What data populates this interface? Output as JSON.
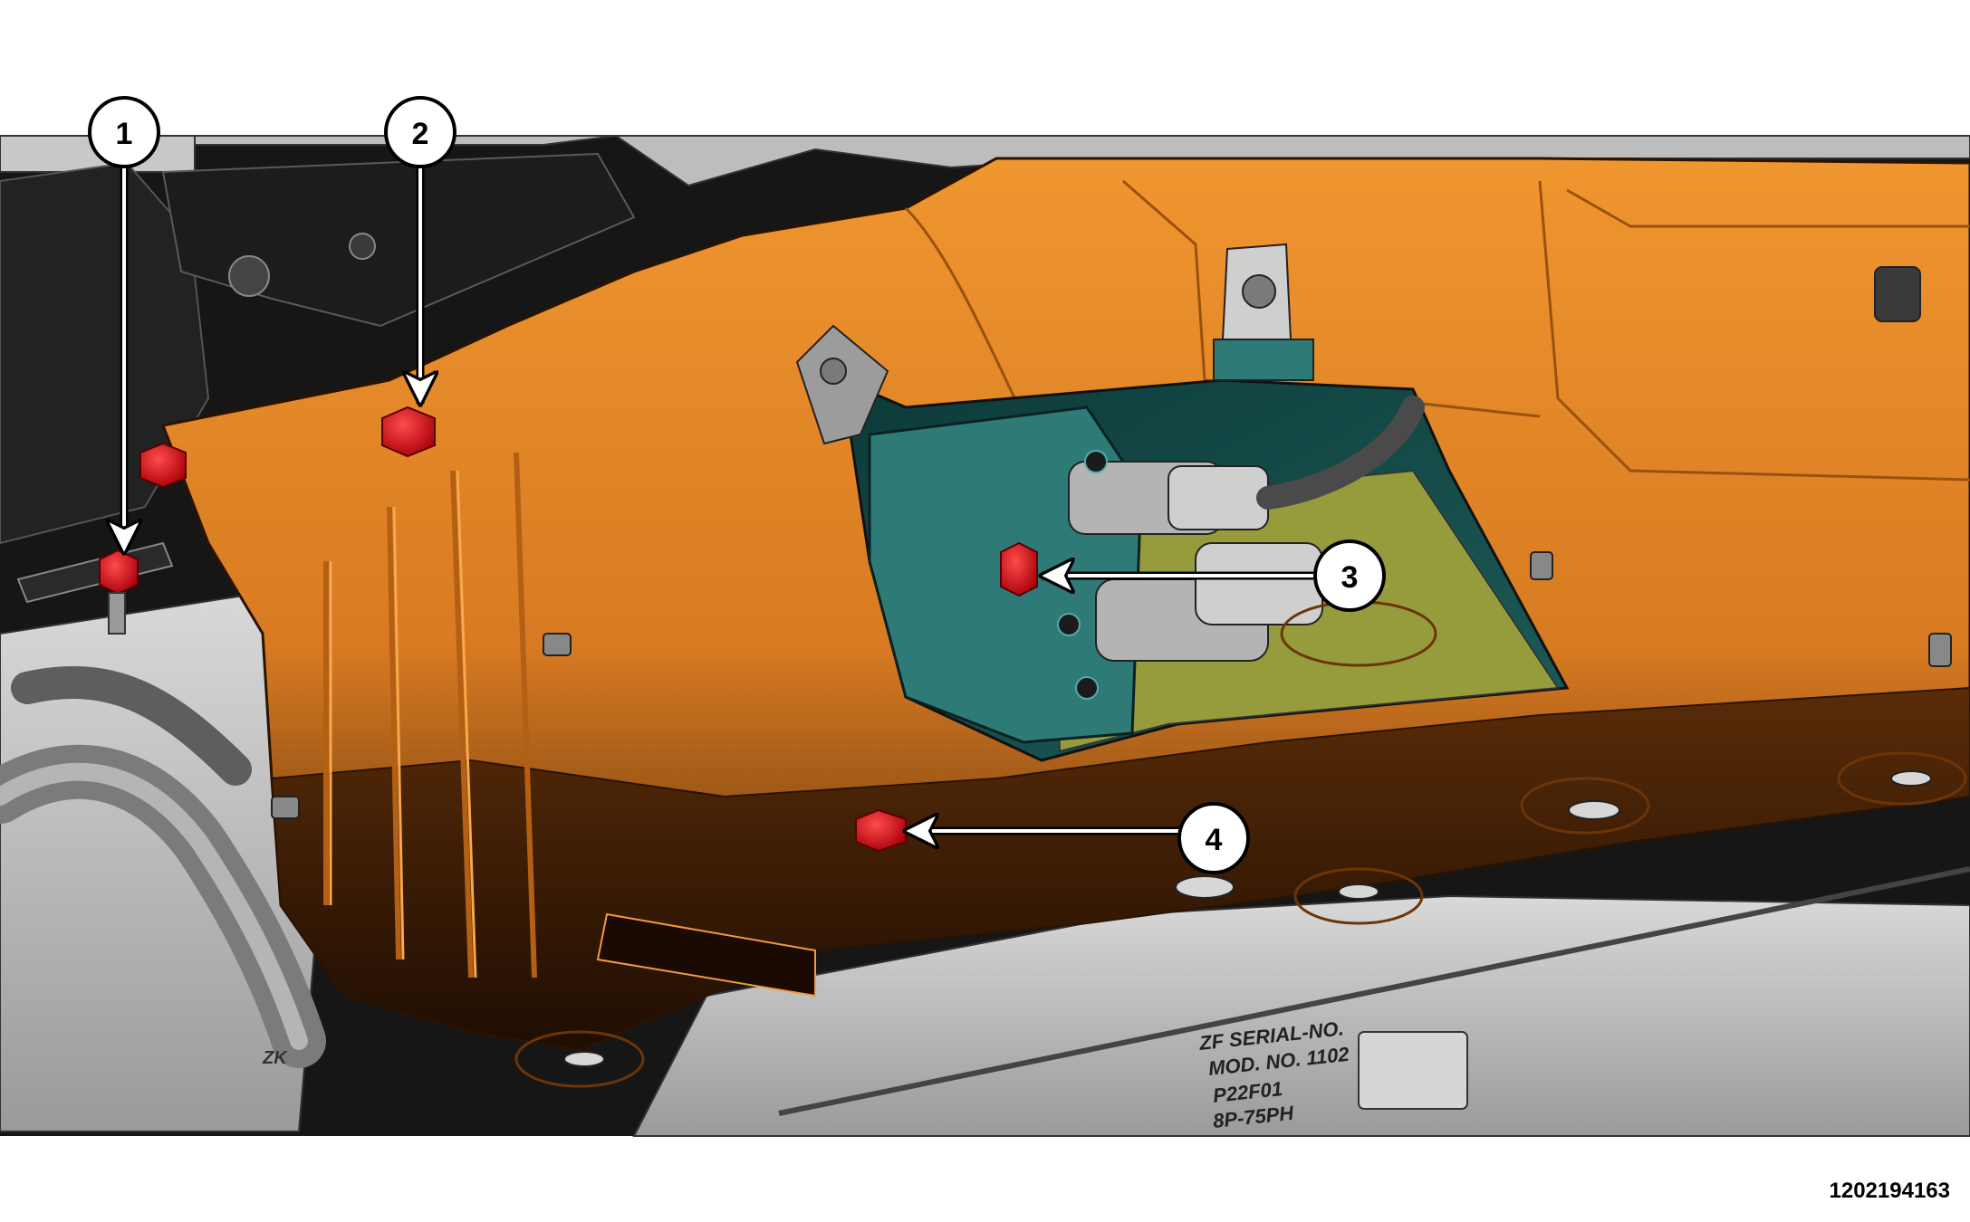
{
  "figure": {
    "id": "1202194163"
  },
  "callouts": [
    {
      "label": "1"
    },
    {
      "label": "2"
    },
    {
      "label": "3"
    },
    {
      "label": "4"
    }
  ],
  "casting_text": {
    "line1": "ZF  SERIAL-NO.",
    "line2": "MOD. NO. 1102",
    "line3": "P22F01",
    "line4": "8P-75PH",
    "corner": "ZK"
  },
  "colors": {
    "shield": "#e8892a",
    "shield_dark": "#3a1c05",
    "background_dark": "#151515",
    "casting": "#cfcfcf",
    "fastener": "#e0141e",
    "bracket": "#2f7f7c",
    "connector": "#b8b8b8",
    "plate": "#a8a840"
  },
  "icons": [
    "callout-circle-icon",
    "arrow-icon",
    "nut-icon",
    "bolt-icon"
  ]
}
